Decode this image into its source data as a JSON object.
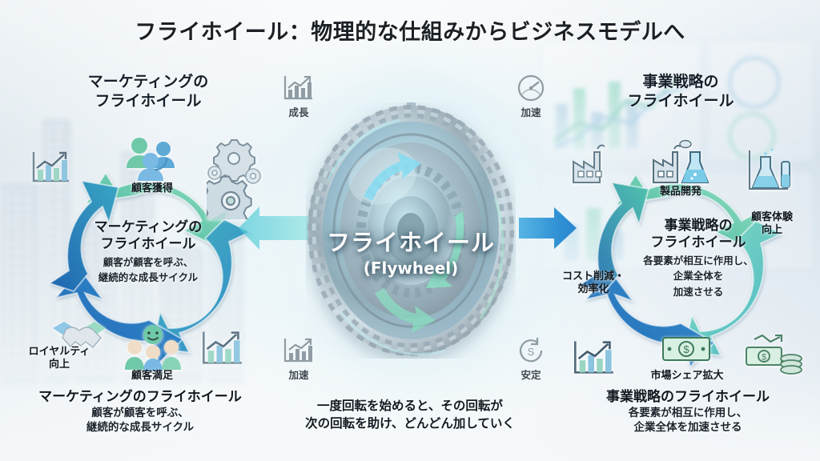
{
  "title": "フライホイール：物理的な仕組みからビジネスモデルへ",
  "left": {
    "heading_line1": "マーケティングの",
    "heading_line2": "フライホイール",
    "hub_line1": "マーケティングの",
    "hub_line2": "フライホイール",
    "hub_sub_line1": "顧客が顧客を呼ぶ、",
    "hub_sub_line2": "継続的な成長サイクル",
    "nodes": [
      {
        "label": "顧客獲得",
        "icon": "customers-icon"
      },
      {
        "label": "顧客満足",
        "icon": "happy-customers-icon"
      },
      {
        "label": "ロイヤルティ\n向上",
        "icon": "handshake-icon"
      }
    ],
    "node_top": "顧客獲得",
    "node_bottom": "顧客満足",
    "node_left_line1": "ロイヤルティ",
    "node_left_line2": "向上",
    "caption_line1": "マーケティングのフライホイール",
    "caption_line2": "顧客が顧客を呼ぶ、",
    "caption_line3": "継続的な成長サイクル",
    "decor_icons": [
      "growth-chart-icon",
      "gears-icon",
      "growth-chart-icon"
    ]
  },
  "center": {
    "wheel_label_jp": "フライホイール",
    "wheel_label_en": "(Flywheel)",
    "metrics": [
      {
        "label": "成長",
        "icon": "growth-chart-icon"
      },
      {
        "label": "加速",
        "icon": "gauge-icon"
      },
      {
        "label": "加速",
        "icon": "bar-chart-icon"
      },
      {
        "label": "安定",
        "icon": "sync-stability-icon"
      }
    ],
    "caption_line1": "一度回転を始めると、その回転が",
    "caption_line2": "次の回転を助け、どんどん加していく"
  },
  "right": {
    "heading_line1": "事業戦略の",
    "heading_line2": "フライホイール",
    "hub_line1": "事業戦略の",
    "hub_line2": "フライホイール",
    "hub_sub_line1": "各要素が相互に作用し、",
    "hub_sub_line2": "企業全体を",
    "hub_sub_line3": "加速させる",
    "node_top": "製品開発",
    "node_right_line1": "顧客体験",
    "node_right_line2": "向上",
    "node_bottom": "市場シェア拡大",
    "node_left_line1": "コスト削減・",
    "node_left_line2": "効率化",
    "caption_line1": "事業戦略のフライホイール",
    "caption_line2": "各要素が相互に作用し、",
    "caption_line3": "企業全体を加速させる",
    "decor_icons": [
      "factory-icon",
      "lab-flask-icon",
      "growth-chart-icon",
      "money-coins-icon"
    ]
  },
  "colors": {
    "green": "#64c9a6",
    "teal": "#2fa5b8",
    "blue": "#2a7fc4",
    "deep_blue": "#1f63b0",
    "text": "#141b22"
  }
}
